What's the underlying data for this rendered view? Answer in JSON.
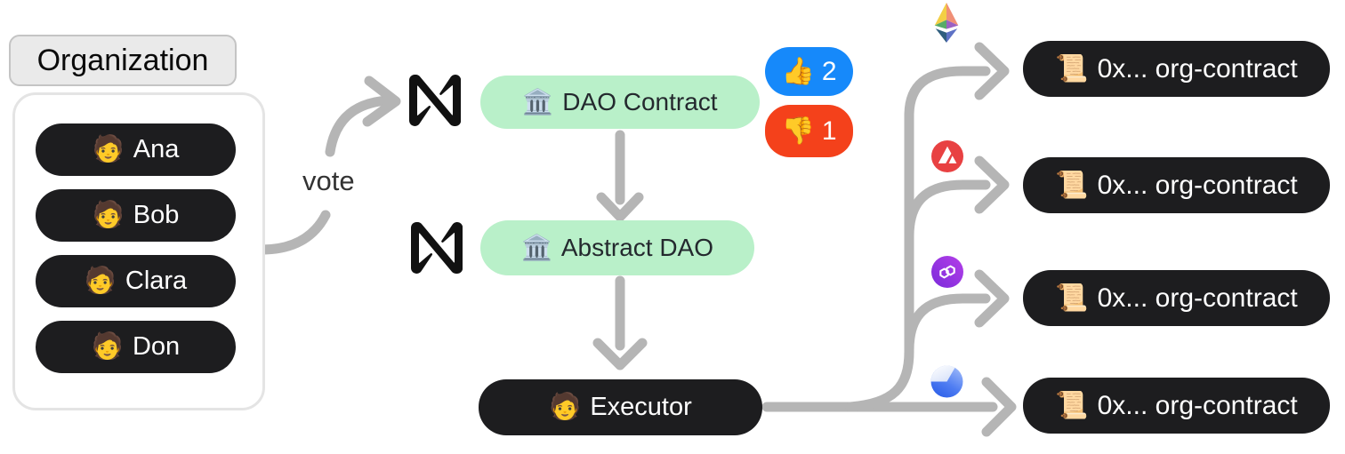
{
  "organization": {
    "label": "Organization",
    "members": [
      {
        "emoji": "🧑",
        "name": "Ana"
      },
      {
        "emoji": "🧑",
        "name": "Bob"
      },
      {
        "emoji": "🧑",
        "name": "Clara"
      },
      {
        "emoji": "🧑",
        "name": "Don"
      }
    ]
  },
  "flow": {
    "vote_label": "vote",
    "dao_contract": {
      "emoji": "🏛️",
      "label": "DAO Contract",
      "platform_icon": "near-logo"
    },
    "votes_up": {
      "emoji": "👍",
      "count": "2",
      "color": "#1689fa"
    },
    "votes_down": {
      "emoji": "👎",
      "count": "1",
      "color": "#f4411b"
    },
    "abstract_dao": {
      "emoji": "🏛️",
      "label": "Abstract DAO",
      "platform_icon": "near-logo"
    },
    "executor": {
      "emoji": "🧑",
      "label": "Executor"
    }
  },
  "targets": [
    {
      "chain_icon": "ethereum-icon",
      "emoji": "📜",
      "label": "0x... org-contract"
    },
    {
      "chain_icon": "avalanche-icon",
      "emoji": "📜",
      "label": "0x... org-contract"
    },
    {
      "chain_icon": "polygon-icon",
      "emoji": "📜",
      "label": "0x... org-contract"
    },
    {
      "chain_icon": "blue-sphere-chain-icon",
      "emoji": "📜",
      "label": "0x... org-contract"
    }
  ],
  "colors": {
    "node_dark": "#1d1d1f",
    "node_green": "#b9f0c9",
    "connector_gray": "#b5b5b5",
    "badge_blue": "#1689fa",
    "badge_red": "#f4411b",
    "chip_gray": "#eaeaea",
    "avalanche_red": "#e84142",
    "polygon_purple": "#8b2be0"
  }
}
